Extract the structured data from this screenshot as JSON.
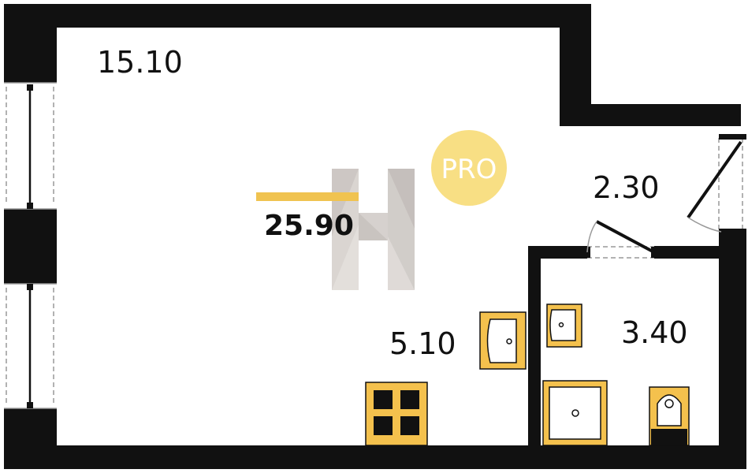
{
  "plan": {
    "total_area": "25.90",
    "rooms": [
      {
        "id": "living",
        "area": "15.10"
      },
      {
        "id": "kitchen",
        "area": "5.10"
      },
      {
        "id": "hall",
        "area": "2.30"
      },
      {
        "id": "bathroom",
        "area": "3.40"
      }
    ],
    "badge": "PRO"
  },
  "colors": {
    "wall": "#111111",
    "fixture": "#f4c14d",
    "accent": "#f0c350",
    "badge": "#f8df84",
    "watermark": "#cfcac6",
    "window": "#999999"
  },
  "icons": [
    "logo-h-watermark-icon",
    "door-icon",
    "sink-icon",
    "stove-icon",
    "shower-tray-icon",
    "toilet-icon",
    "window-icon"
  ]
}
